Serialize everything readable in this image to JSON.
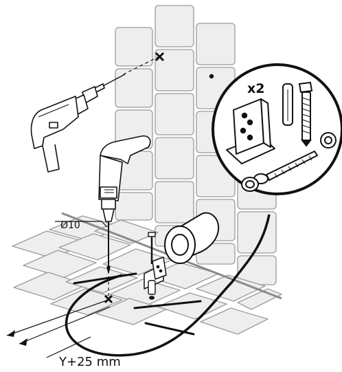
{
  "labels": {
    "drill_diameter": "Ø10",
    "quantity": "x2",
    "offset": "Y+25 mm"
  },
  "icons": [
    "wall-tile-grid",
    "floor-tile-grid",
    "drill-horizontal",
    "drill-vertical",
    "wall-mark-cross",
    "wall-hole",
    "floor-mark-cross",
    "floor-hole",
    "pipe-sleeve",
    "mounting-bracket",
    "wall-plug",
    "hex-screw",
    "cover-cap",
    "parts-zoom-callout"
  ],
  "colors": {
    "tile_fill": "#eeeeee",
    "tile_stroke": "#9a9a9a",
    "line": "#111111",
    "floor_edge": "#8a8a8a"
  }
}
